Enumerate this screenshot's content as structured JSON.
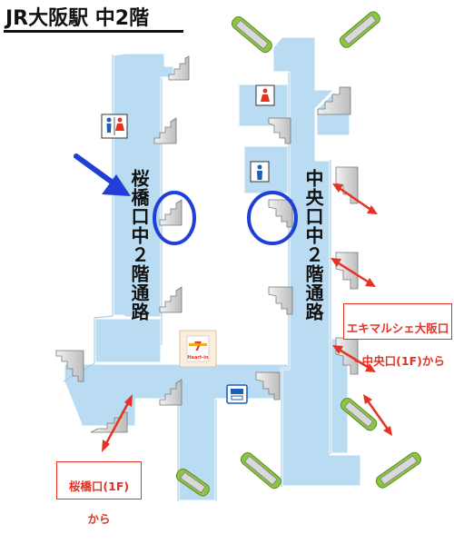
{
  "title": "JR大阪駅 中2階",
  "corridors": {
    "left_label": "桜橋口中２階通路",
    "right_label": "中央口中２階通路"
  },
  "exits": {
    "right": {
      "line1": "エキマルシェ大阪口",
      "line2": "・中央口(1F)から"
    },
    "left": {
      "line1": "桜橋口(1F)",
      "line2": "から"
    }
  },
  "store": {
    "brand_number": "7",
    "brand_text": "Heart-in"
  },
  "icons": [
    "restroom-icon",
    "ladies-restroom-icon",
    "mens-restroom-icon",
    "atm-icon",
    "escalator-icon",
    "stairs-icon",
    "blue-pointer-arrow",
    "highlight-circle"
  ],
  "colors": {
    "floor": "#b9dcf3",
    "wall": "#ffffff",
    "exit_red": "#e53224",
    "highlight_blue": "#1f3fd6",
    "escalator_green": "#8cc63f"
  }
}
